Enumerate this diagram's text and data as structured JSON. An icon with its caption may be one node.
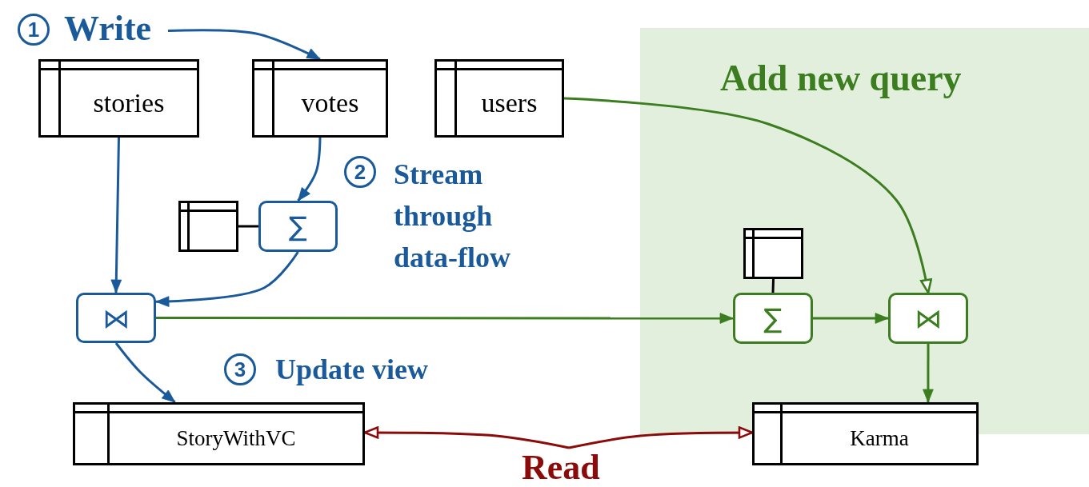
{
  "diagram": {
    "nodes": [
      {
        "text": [
          "Add new query"
        ]
      },
      {
        "text": [
          "stories"
        ]
      },
      {
        "text": [
          "votes"
        ]
      },
      {
        "text": [
          "users"
        ]
      },
      {
        "text": [],
        "shape": "box"
      },
      {
        "text": [
          "∑"
        ]
      },
      {
        "text": [
          "⋈"
        ]
      },
      {
        "text": [
          "StoryWithVC"
        ]
      },
      {
        "text": [],
        "shape": "box",
        "in": 0
      },
      {
        "text": [
          "∑"
        ],
        "in": 0
      },
      {
        "text": [
          "⋈"
        ],
        "in": 0
      },
      {
        "text": [
          "Karma"
        ]
      },
      {
        "text": [
          "Write"
        ],
        "beside": [
          "1"
        ]
      },
      {
        "text": [
          "Read"
        ]
      }
    ],
    "edges": [
      {
        "from": 12,
        "to": 2,
        "arrow": "to"
      },
      {
        "from": 1,
        "to": 6,
        "arrow": "to"
      },
      {
        "from": 2,
        "to": 5,
        "arrow": "to"
      },
      {
        "from": 4,
        "to": 5,
        "arrow": "none",
        "color": "#000000"
      },
      {
        "from": 5,
        "to": 6,
        "arrow": "to"
      },
      {
        "from": 6,
        "to": 7,
        "arrow": "to"
      },
      {
        "from": 6,
        "to": 9,
        "arrow": "to",
        "color": "#3b7d1f"
      },
      {
        "from": 8,
        "to": 9,
        "arrow": "none",
        "color": "#000000"
      },
      {
        "from": 9,
        "to": 10,
        "arrow": "to",
        "color": "#3b7d1f"
      },
      {
        "from": 3,
        "to": 10,
        "arrow": "to",
        "color": "#3b7d1f"
      },
      {
        "from": 13,
        "to": 7,
        "arrow": "to",
        "color": "#8b0a0a"
      },
      {
        "from": 13,
        "to": 11,
        "arrow": "to",
        "color": "#8b0a0a"
      },
      {
        "from": 10,
        "to": 11,
        "arrow": "to",
        "color": "#3b7d1f"
      }
    ],
    "labels": [
      "2",
      "Stream through data-flow",
      "3",
      "Update view"
    ]
  }
}
